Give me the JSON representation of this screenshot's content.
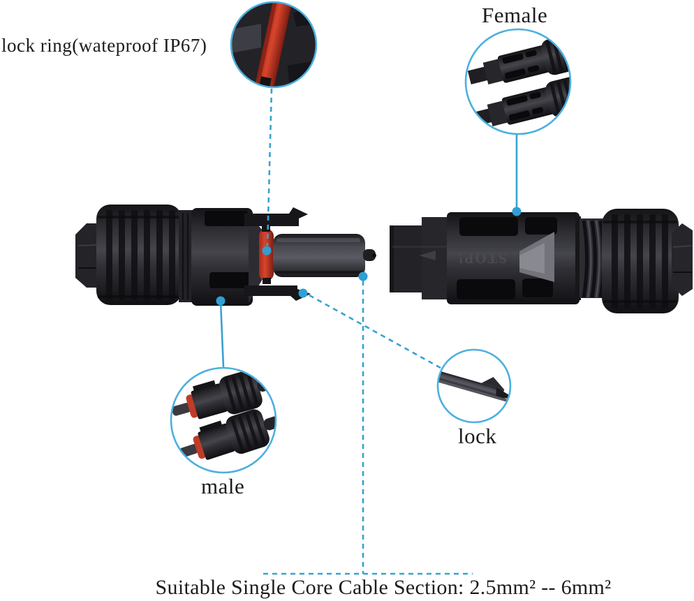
{
  "callouts": {
    "lock_ring": {
      "label": "lock ring(wateproof IP67)"
    },
    "female": {
      "label": "Female"
    },
    "male": {
      "label": "male"
    },
    "lock": {
      "label": "lock"
    }
  },
  "caption": "Suitable Single Core Cable Section: 2.5mm² -- 6mm²",
  "embossed": {
    "stop_text": "STOP!"
  },
  "colors": {
    "background": "#ffffff",
    "accent_blue_lines": "#38a2cf",
    "accent_blue_circles": "#4cb0de",
    "oring_red": "#c2392a",
    "connector_black": "#1c1c1f",
    "text": "#1c1c1c"
  }
}
